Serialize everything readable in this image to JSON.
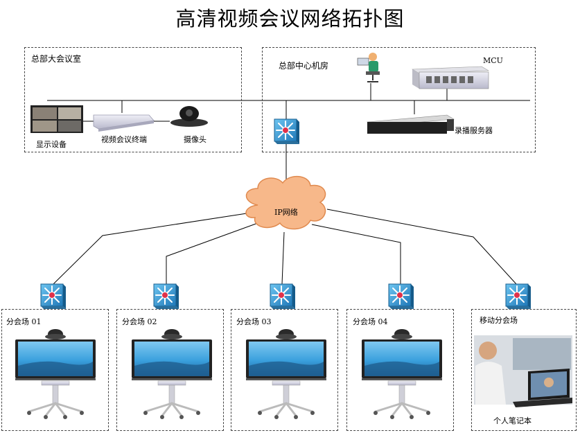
{
  "title": "高清视频会议网络拓扑图",
  "hq_room": {
    "label": "总部大会议室",
    "display_label": "显示设备",
    "terminal_label": "视频会议终端",
    "camera_label": "摄像头"
  },
  "center_room": {
    "label": "总部中心机房",
    "mcu_label": "MCU",
    "recorder_label": "录播服务器"
  },
  "cloud": {
    "label": "IP网络"
  },
  "branches": [
    {
      "label": "分会场 01"
    },
    {
      "label": "分会场 02"
    },
    {
      "label": "分会场 03"
    },
    {
      "label": "分会场 04"
    }
  ],
  "mobile": {
    "label": "移动分会场",
    "laptop_label": "个人笔记本"
  },
  "colors": {
    "switch_blue": "#3f9fd8",
    "switch_dark": "#1f6fa8",
    "switch_red": "#e0314a",
    "cloud_fill": "#f7b88a",
    "screen_blue": "#3da7e0"
  }
}
